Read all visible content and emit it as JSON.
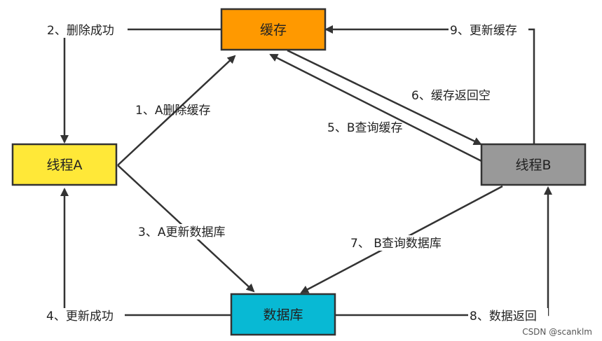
{
  "nodes": {
    "cache": {
      "label": "缓存",
      "color": "#ff9900"
    },
    "thread_a": {
      "label": "线程A",
      "color": "#ffe838"
    },
    "thread_b": {
      "label": "线程B",
      "color": "#999999"
    },
    "database": {
      "label": "数据库",
      "color": "#08b9d4"
    }
  },
  "edges": {
    "e1": "1、A删除缓存",
    "e2": "2、删除成功",
    "e3": "3、A更新数据库",
    "e4": "4、更新成功",
    "e5": "5、B查询缓存",
    "e6": "6、缓存返回空",
    "e7": "7、 B查询数据库",
    "e8": "8、数据返回",
    "e9": "9、更新缓存"
  },
  "watermark": "CSDN @scanklm"
}
